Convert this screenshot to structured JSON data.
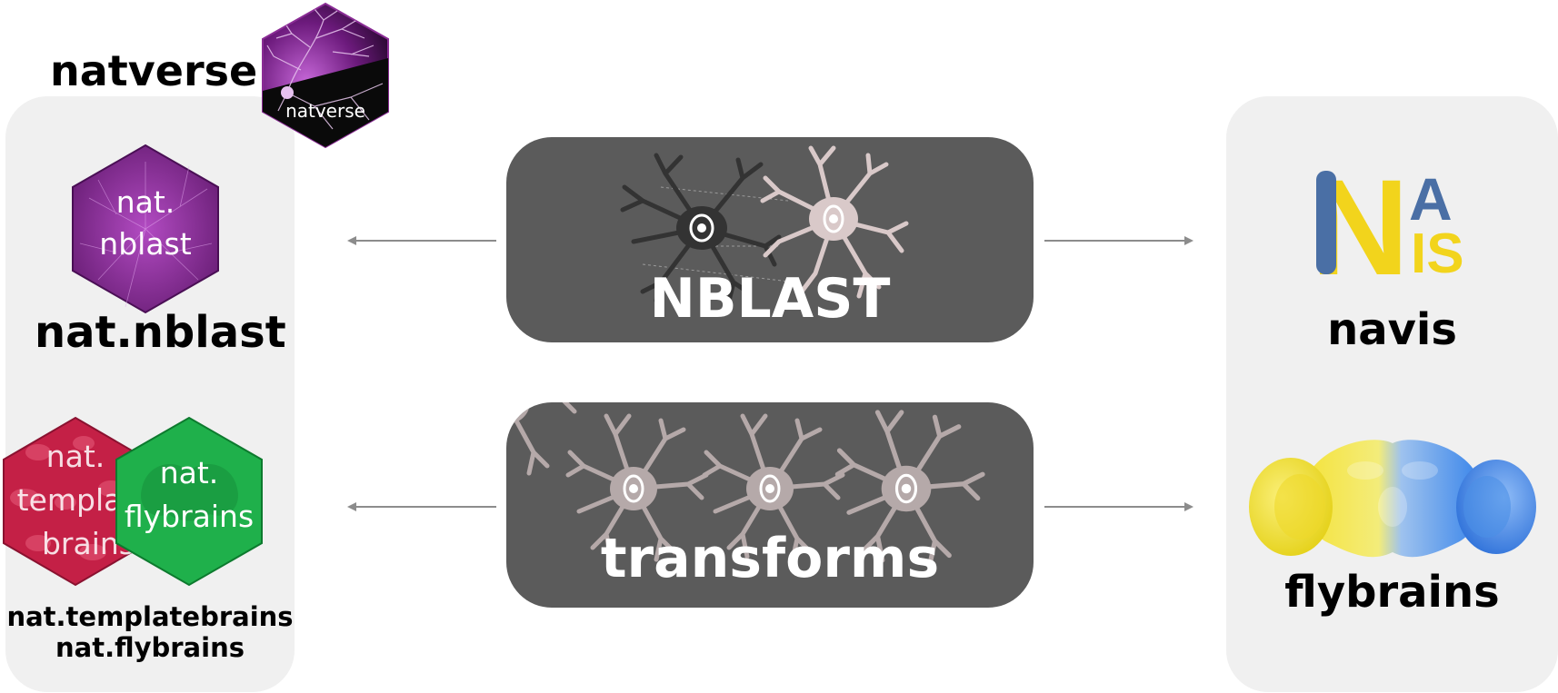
{
  "left_group": {
    "natverse_title": "natverse",
    "natverse_logo_text": "natverse",
    "nblast_hex": {
      "line1": "nat.",
      "line2": "nblast"
    },
    "nblast_title": "nat.nblast",
    "templatebrains_hex": {
      "line1": "nat.",
      "line2": "templat",
      "line3": "brains"
    },
    "flybrains_hex": {
      "line1": "nat.",
      "line2": "flybrains"
    },
    "bottom_title_line1": "nat.templatebrains",
    "bottom_title_line2": "nat.flybrains"
  },
  "center": {
    "nblast_label": "NBLAST",
    "transforms_label": "transforms"
  },
  "right_group": {
    "navis_logo": {
      "letter_n": "N",
      "letter_a": "A",
      "letters_is": "IS"
    },
    "navis_title": "navis",
    "flybrains_title": "flybrains"
  },
  "colors": {
    "panel": "#f0f0f0",
    "box": "#5b5b5b",
    "arrow": "#8c8c8c",
    "natverse_purple": "#7a1f86",
    "template_red": "#c42046",
    "flybrains_green": "#1fb04b",
    "navis_blue": "#4a6fa5",
    "navis_yellow": "#f2d41c"
  }
}
